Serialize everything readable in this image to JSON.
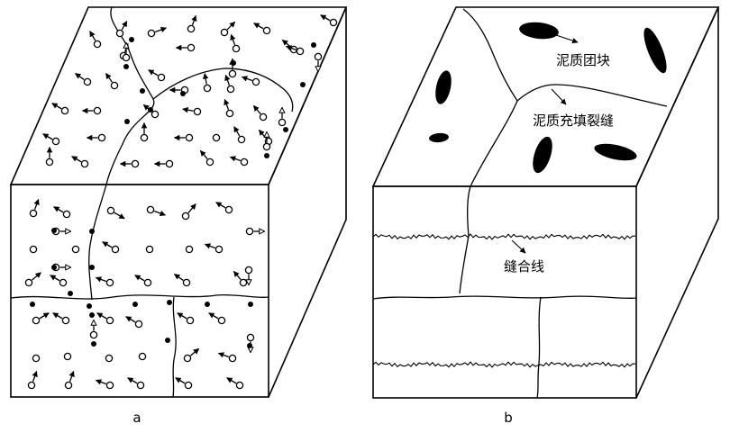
{
  "figure": {
    "panel_a": {
      "caption": "a"
    },
    "panel_b": {
      "caption": "b",
      "labels": {
        "mud_clasts": "泥质团块",
        "mud_filled_fractures": "泥质充填裂缝",
        "stylolite": "缝合线"
      }
    }
  },
  "colors": {
    "ink": "#000000",
    "paper": "#ffffff"
  },
  "symbols": {
    "hollow_circle": "open-circle-icon",
    "filled_dot": "filled-dot-icon",
    "solid_arrow": "solid-arrow-icon",
    "open_arrow": "open-arrow-icon"
  }
}
